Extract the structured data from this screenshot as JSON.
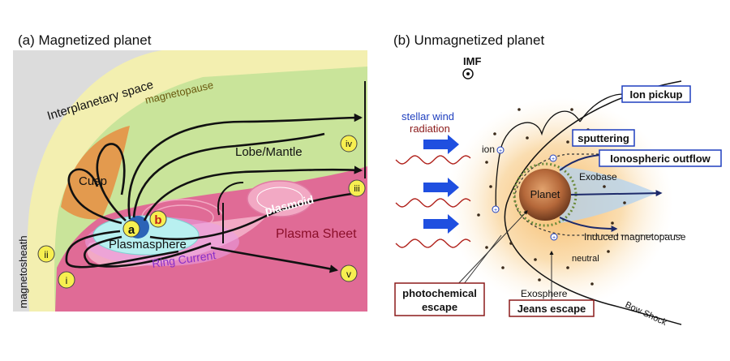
{
  "panel_a": {
    "title": "(a) Magnetized planet",
    "labels": {
      "interplanetary_space": "Interplanetary space",
      "magnetopause": "magnetopause",
      "magnetosheath": "magnetosheath",
      "lobe_mantle": "Lobe/Mantle",
      "cusp": "Cusp",
      "plasmoid": "plasmoid",
      "plasma_sheet": "Plasma Sheet",
      "plasmasphere": "Plasmasphere",
      "ring_current": "Ring Current"
    },
    "markers": {
      "a": "a",
      "b": "b",
      "i": "i",
      "ii": "ii",
      "iii": "iii",
      "iv": "iv",
      "v": "v"
    },
    "colors": {
      "interplanetary": "#dcdcdc",
      "magnetosheath": "#f3efb0",
      "magnetosphere": "#c9e49a",
      "cusp": "#e39a4e",
      "plasma_sheet": "#e06b96",
      "plasma_sheet_light": "#f2a9c4",
      "plasmasphere": "#b8f0f0",
      "planet": "#2b63b7",
      "marker": "#f7ef50"
    }
  },
  "panel_b": {
    "title": "(b) Unmagnetized planet",
    "labels": {
      "imf": "IMF",
      "stellar_wind": "stellar wind",
      "radiation": "radiation",
      "ion": "ion",
      "exobase": "Exobase",
      "planet": "Planet",
      "induced_magnetopause": "Induced magnetopause",
      "neutral": "neutral",
      "exosphere": "Exosphere",
      "bow_shock": "Bow Shock"
    },
    "boxes": {
      "ion_pickup": "Ion pickup",
      "sputtering": "sputtering",
      "ionospheric_outflow": "Ionospheric outflow",
      "photochemical_line1": "photochemical",
      "photochemical_line2": "escape",
      "jeans_escape": "Jeans escape"
    },
    "colors": {
      "glow": "#f6c77a",
      "arrow_blue": "#1f4fe0",
      "wave_red": "#b0201a",
      "box_blue": "#1f3fbf",
      "box_red": "#8b1a1a",
      "planet": "#b9703e"
    }
  }
}
